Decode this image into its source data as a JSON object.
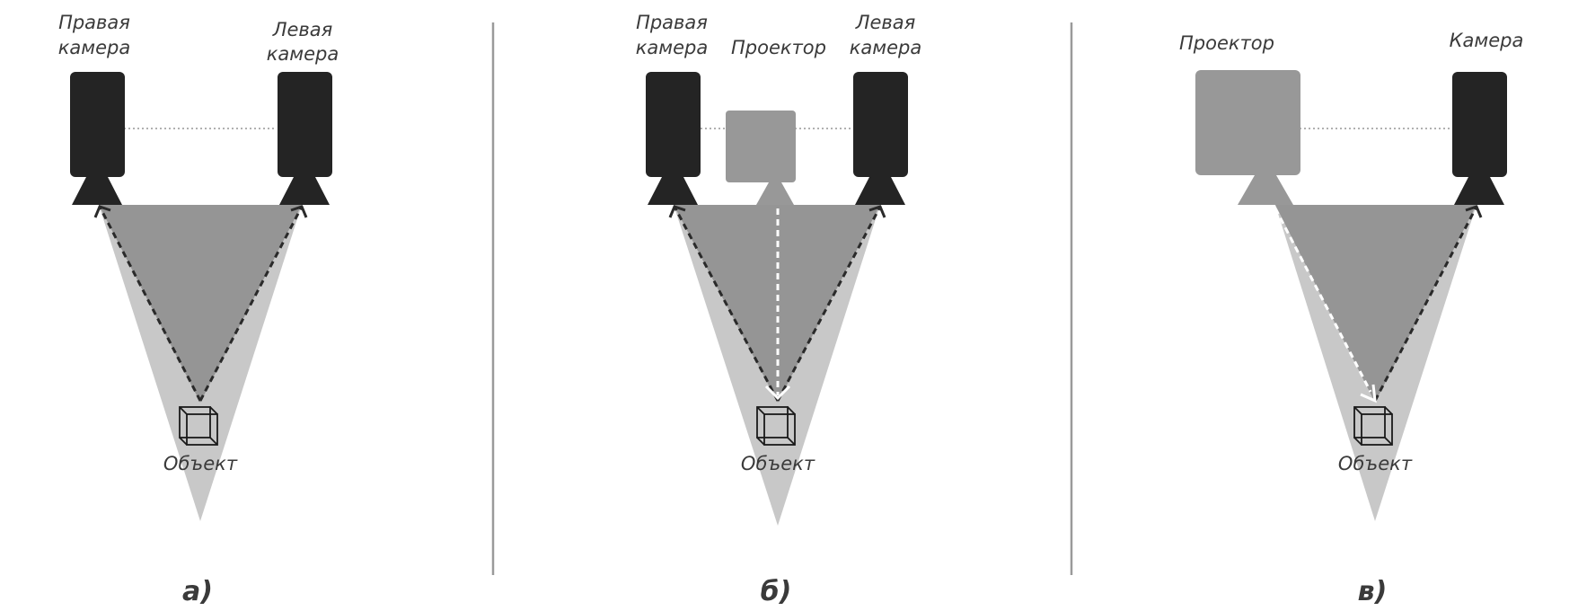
{
  "panels": {
    "a": {
      "caption": "а)",
      "right_camera_label": [
        "Правая",
        "камера"
      ],
      "left_camera_label": [
        "Левая",
        "камера"
      ],
      "object_label": "Объект"
    },
    "b": {
      "caption": "б)",
      "right_camera_label": [
        "Правая",
        "камера"
      ],
      "projector_label": "Проектор",
      "left_camera_label": [
        "Левая",
        "камера"
      ],
      "object_label": "Объект"
    },
    "c": {
      "caption": "в)",
      "projector_label": "Проектор",
      "camera_label": "Камера",
      "object_label": "Объект"
    }
  },
  "colors": {
    "camera": "#242424",
    "projector": "#989898",
    "field_outer": "#c8c8c8",
    "field_inner": "#959595",
    "ray_dark": "#2a2a2a",
    "ray_light": "#ffffff",
    "divider": "#9a9a9a",
    "baseline": "#b0b0b0"
  }
}
